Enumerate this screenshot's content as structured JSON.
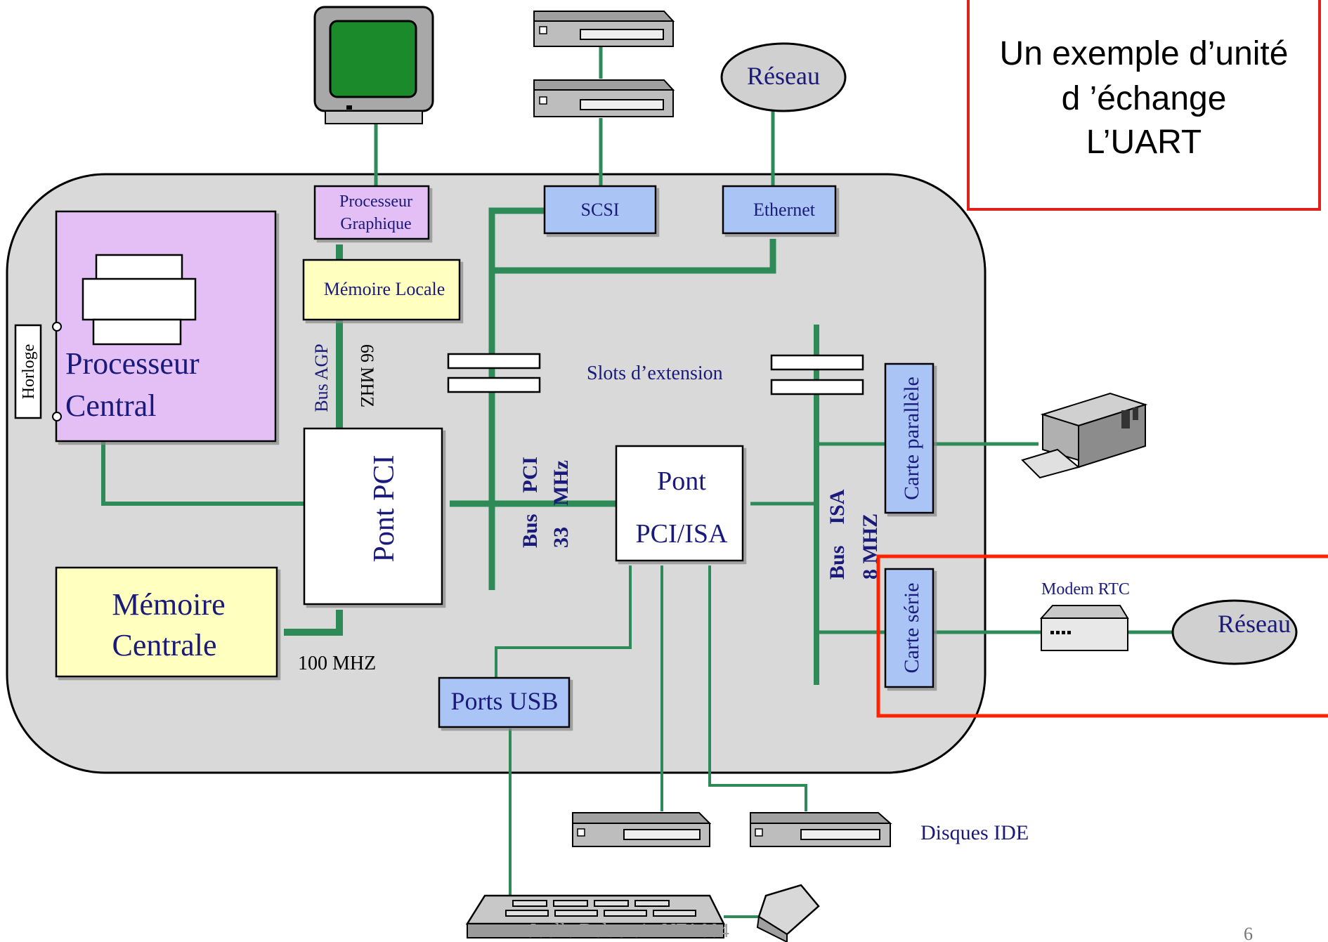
{
  "title_box": {
    "line1": "Un exemple d’unité",
    "line2": "d ’échange",
    "line3": "L’UART"
  },
  "labels": {
    "reseau_top": "Réseau",
    "processeur_graphique_l1": "Processeur",
    "processeur_graphique_l2": "Graphique",
    "scsi": "SCSI",
    "ethernet": "Ethernet",
    "memoire_locale": "Mémoire Locale",
    "horloge": "Horloge",
    "processeur_central_l1": "Processeur",
    "processeur_central_l2": "Central",
    "bus_agp": "Bus AGP",
    "agp_speed": "66 MHZ",
    "slots": "Slots d’extension",
    "pont_pci": "Pont PCI",
    "bus_pci_l1": "Bus    PCI",
    "bus_pci_l2": "33    MHz",
    "pont_pci_isa_l1": "Pont",
    "pont_pci_isa_l2": "PCI/ISA",
    "carte_parallele": "Carte parallèle",
    "bus_isa_l1": "Bus    ISA",
    "bus_isa_l2": "8 MHZ",
    "memoire_centrale_l1": "Mémoire",
    "memoire_centrale_l2": "Centrale",
    "mem_speed": "100 MHZ",
    "ports_usb": "Ports USB",
    "carte_serie": "Carte série",
    "modem": "Modem RTC",
    "reseau_right": "Réseau",
    "disques_ide": "Disques IDE",
    "footer": "Joëlle Delacroix NFA004",
    "page_number": "6"
  },
  "colors": {
    "board": "#d9d9d9",
    "cpu": "#e3bff5",
    "memory": "#ffffc0",
    "interface": "#a9c4f5",
    "bus": "#2e8b57",
    "highlight": "#ff2200",
    "title_border": "#e0201a"
  }
}
